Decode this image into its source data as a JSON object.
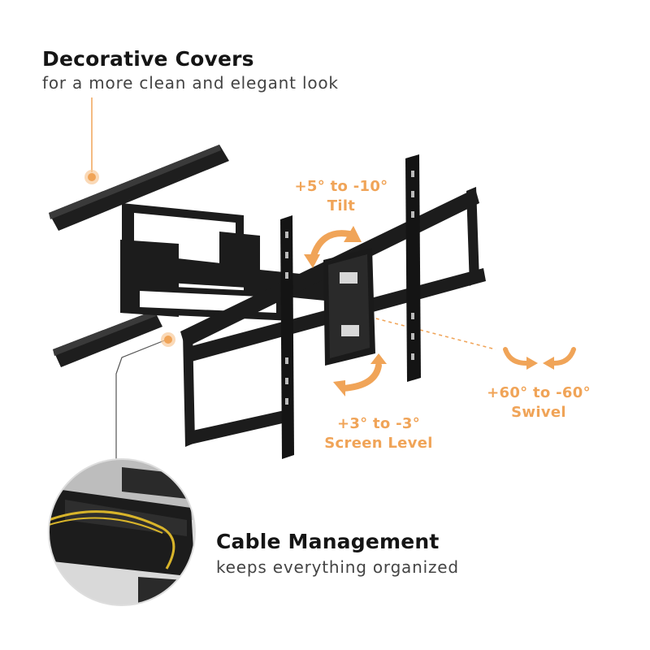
{
  "features": {
    "decorative": {
      "title": "Decorative Covers",
      "subtitle": "for a more clean and elegant look"
    },
    "cable": {
      "title": "Cable Management",
      "subtitle": "keeps everything organized"
    }
  },
  "callouts": {
    "tilt": {
      "range": "+5° to -10°",
      "label": "Tilt"
    },
    "swivel": {
      "range": "+60° to -60°",
      "label": "Swivel"
    },
    "level": {
      "range": "+3° to -3°",
      "label": "Screen Level"
    }
  },
  "colors": {
    "accent": "#f0a458",
    "mount": "#1c1c1c",
    "heading": "#151515",
    "subtext": "#444444"
  },
  "icons": [
    "rotate-arrows-icon",
    "leader-dot-icon"
  ]
}
